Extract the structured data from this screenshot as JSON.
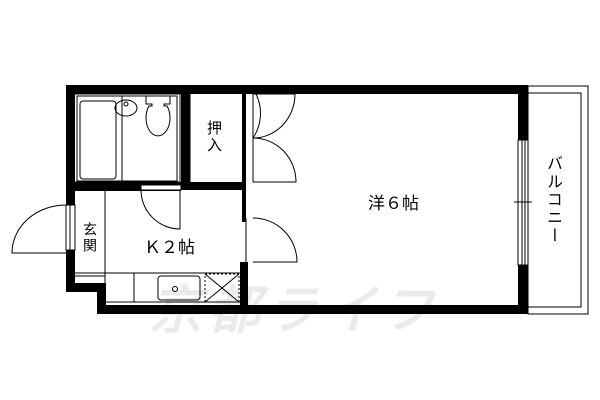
{
  "floorplan": {
    "rooms": {
      "western_room": {
        "label": "洋６帖",
        "type": "Western-style room",
        "size_jo": 6
      },
      "kitchen": {
        "label": "Ｋ２帖",
        "type": "Kitchen",
        "size_jo": 2
      },
      "closet": {
        "label": "押入"
      },
      "entrance": {
        "label": "玄関"
      },
      "balcony": {
        "label": "バルコニー"
      },
      "bathroom": {
        "label": ""
      }
    },
    "watermark": "京都ライフ",
    "colors": {
      "wall": "#000000",
      "background": "#ffffff",
      "line": "#000000",
      "watermark": "#d9d9d9"
    }
  }
}
